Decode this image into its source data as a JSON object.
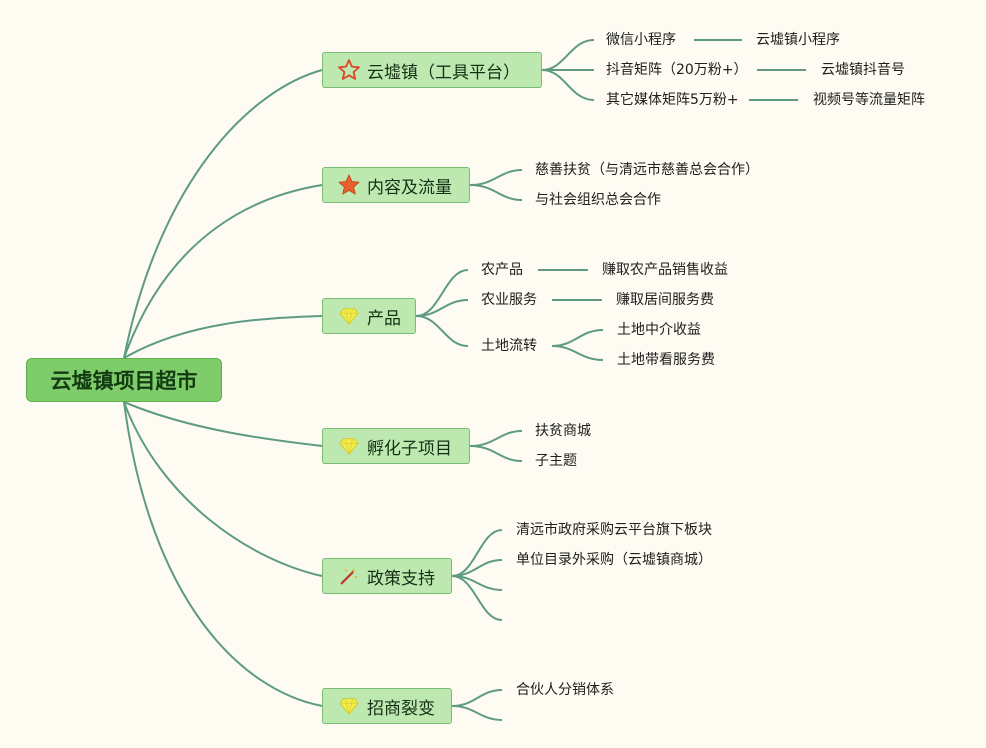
{
  "root": {
    "label": "云墟镇项目超市"
  },
  "branches": [
    {
      "label": "云墟镇（工具平台）",
      "icon": "star-outline-icon",
      "children": [
        {
          "label": "微信小程序",
          "child": "云墟镇小程序"
        },
        {
          "label": "抖音矩阵（20万粉+）",
          "child": "云墟镇抖音号"
        },
        {
          "label": "其它媒体矩阵5万粉+",
          "child": "视频号等流量矩阵"
        }
      ]
    },
    {
      "label": "内容及流量",
      "icon": "star-filled-icon",
      "children": [
        {
          "label": "慈善扶贫（与清远市慈善总会合作）"
        },
        {
          "label": "与社会组织总会合作"
        }
      ]
    },
    {
      "label": "产品",
      "icon": "gem-icon",
      "children": [
        {
          "label": "农产品",
          "child": "赚取农产品销售收益"
        },
        {
          "label": "农业服务",
          "child": "赚取居间服务费"
        },
        {
          "label": "土地流转",
          "grandchildren": [
            "土地中介收益",
            "土地带看服务费"
          ]
        }
      ]
    },
    {
      "label": "孵化子项目",
      "icon": "gem-icon",
      "children": [
        {
          "label": "扶贫商城"
        },
        {
          "label": "子主题"
        }
      ]
    },
    {
      "label": "政策支持",
      "icon": "magic-wand-icon",
      "children": [
        {
          "label": "清远市政府采购云平台旗下板块"
        },
        {
          "label": "单位目录外采购（云墟镇商城）"
        },
        {
          "label": ""
        },
        {
          "label": ""
        }
      ]
    },
    {
      "label": "招商裂变",
      "icon": "gem-icon",
      "children": [
        {
          "label": "合伙人分销体系"
        },
        {
          "label": ""
        }
      ]
    }
  ],
  "colors": {
    "root": "#7fcc6b",
    "branch": "#bde9b0",
    "line": "#5e9a84",
    "background": "#fdfbf2"
  }
}
